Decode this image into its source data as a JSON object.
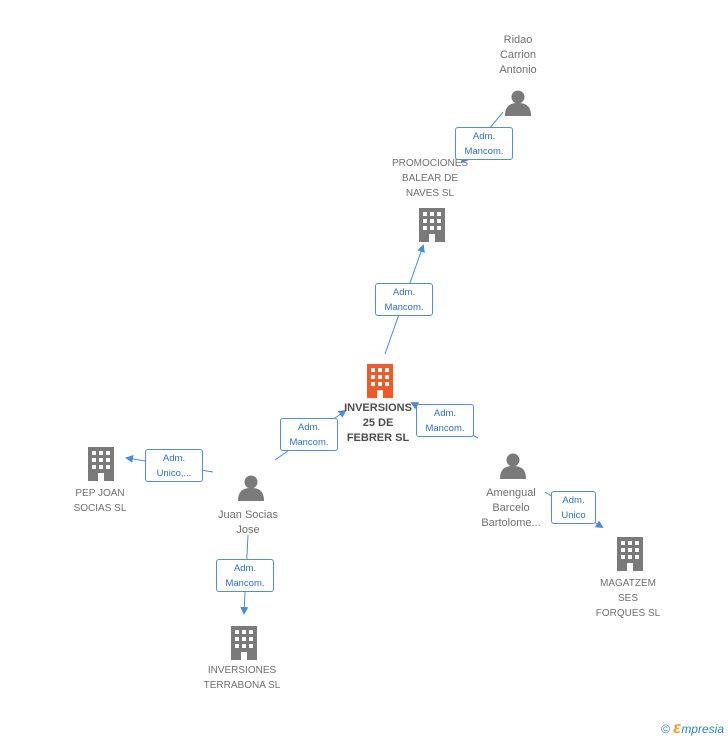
{
  "nodes": {
    "ridao": {
      "lines": [
        "Ridao",
        "Carrion",
        "Antonio"
      ]
    },
    "promociones": {
      "lines": [
        "PROMOCIONES",
        "BALEAR DE",
        "NAVES SL"
      ]
    },
    "inversions25": {
      "lines": [
        "INVERSIONS",
        "25 DE",
        "FEBRER SL"
      ]
    },
    "pepjoan": {
      "lines": [
        "PEP JOAN",
        "SOCIAS  SL"
      ]
    },
    "juansocias": {
      "lines": [
        "Juan Socias",
        "Jose"
      ]
    },
    "amengual": {
      "lines": [
        "Amengual",
        "Barcelo",
        "Bartolome..."
      ]
    },
    "magatzem": {
      "lines": [
        "MAGATZEM",
        "SES",
        "FORQUES SL"
      ]
    },
    "terrabona": {
      "lines": [
        "INVERSIONES",
        "TERRABONA SL"
      ]
    }
  },
  "edges": {
    "ridao_promociones": {
      "lines": [
        "Adm.",
        "Mancom."
      ]
    },
    "inv_promociones": {
      "lines": [
        "Adm.",
        "Mancom."
      ]
    },
    "juan_inv": {
      "lines": [
        "Adm.",
        "Mancom."
      ]
    },
    "amengual_inv": {
      "lines": [
        "Adm.",
        "Mancom."
      ]
    },
    "juan_pepjoan": {
      "lines": [
        "Adm.",
        "Unico,..."
      ]
    },
    "juan_terrabona": {
      "lines": [
        "Adm.",
        "Mancom."
      ]
    },
    "amengual_magatzem": {
      "lines": [
        "Adm.",
        "Unico"
      ]
    }
  },
  "colors": {
    "focus_company": "#f05a28",
    "company": "#7a7a7a",
    "person": "#7a7a7a",
    "edge": "#4a8ad8"
  },
  "icons": {
    "company": "building-icon",
    "person": "person-icon"
  },
  "footer": {
    "copyright": "©",
    "brand_e": "ℇ",
    "brand_rest": "mpresia"
  }
}
